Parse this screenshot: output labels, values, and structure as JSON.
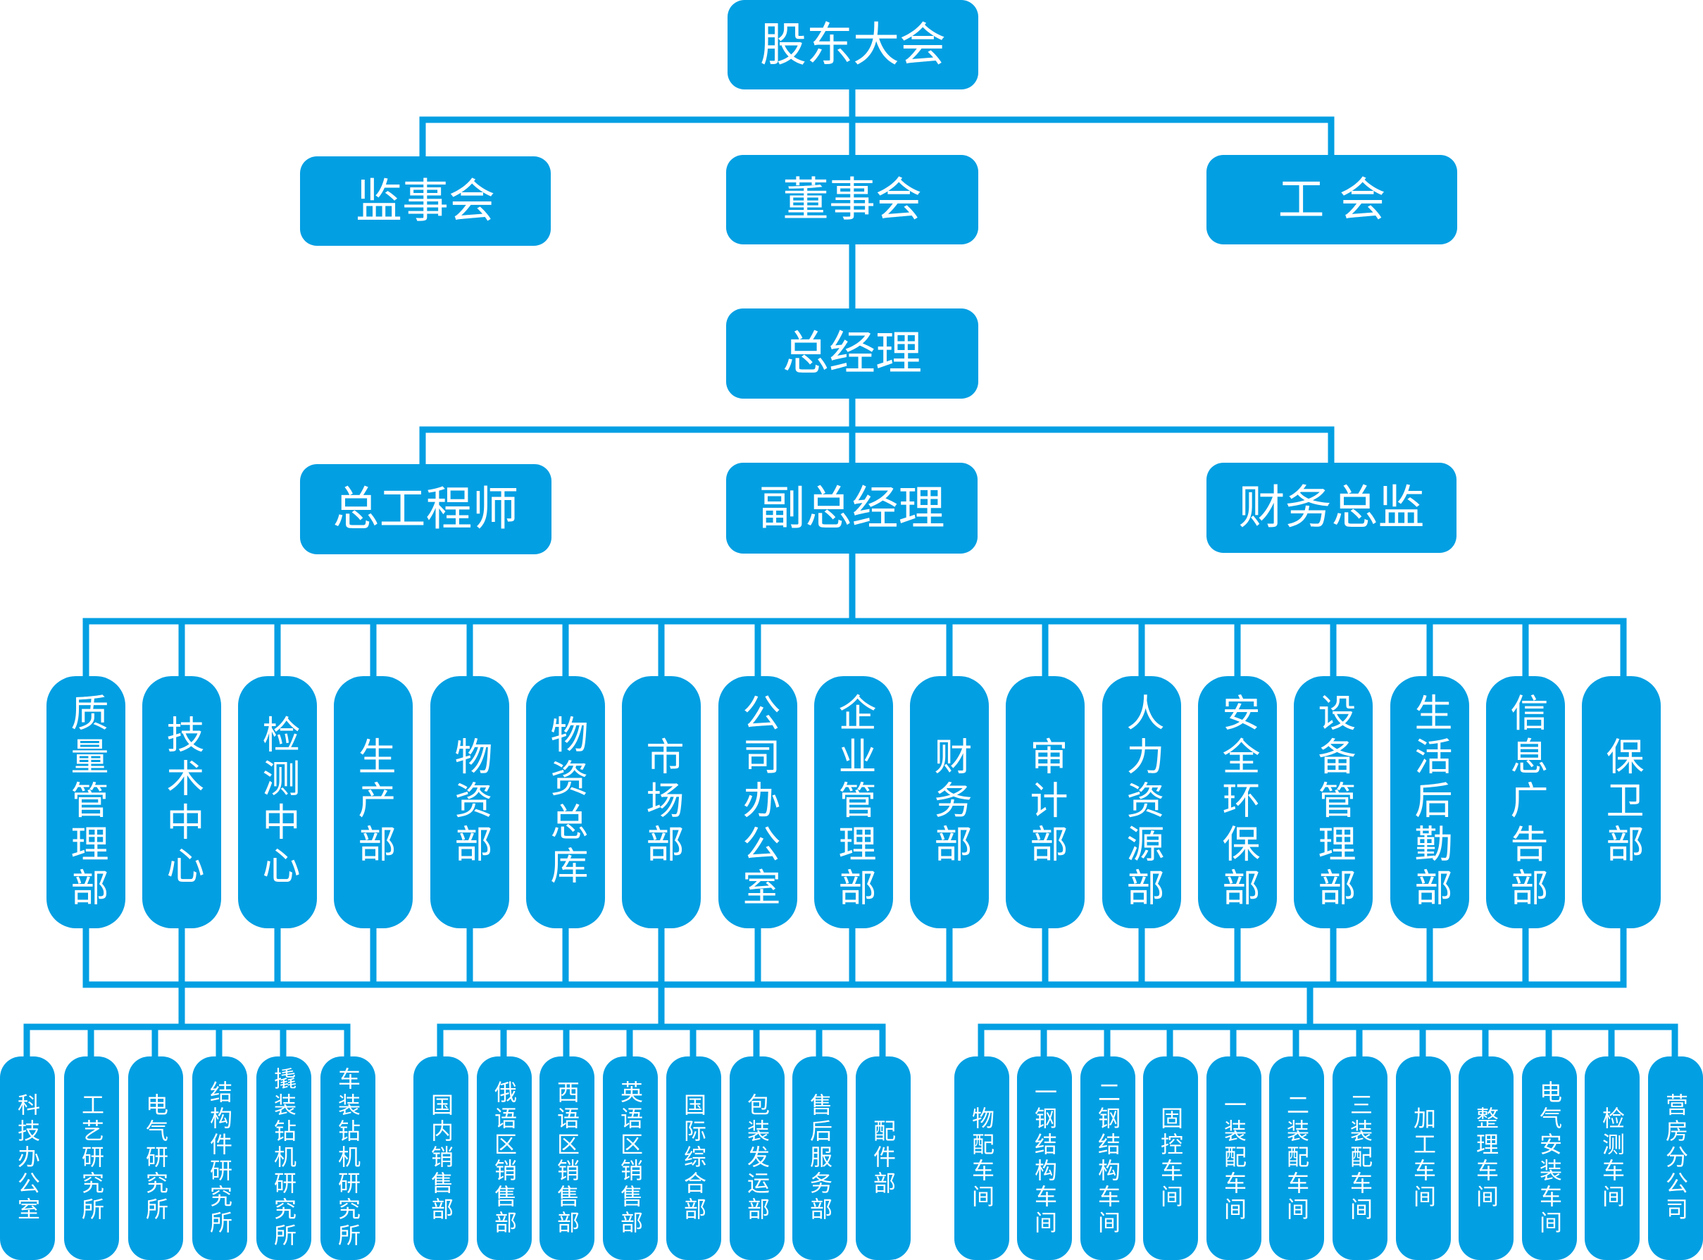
{
  "colors": {
    "box": "#039fe3",
    "line": "#039fe3",
    "text": "#ffffff"
  },
  "top": {
    "shareholders": "股东大会",
    "supervisors": "监事会",
    "board": "董事会",
    "union": "工 会",
    "gm": "总经理",
    "chief_engineer": "总工程师",
    "deputy_gm": "副总经理",
    "cfo": "财务总监"
  },
  "departments": [
    "质量管理部",
    "技术中心",
    "检测中心",
    "生产部",
    "物资部",
    "物资总库",
    "市场部",
    "公司办公室",
    "企业管理部",
    "财务部",
    "审计部",
    "人力资源部",
    "安全环保部",
    "设备管理部",
    "生活后勤部",
    "信息广告部",
    "保卫部"
  ],
  "tech_subunits": [
    "科技办公室",
    "工艺研究所",
    "电气研究所",
    "结构件研究所",
    "撬装钻机研究所",
    "车装钻机研究所"
  ],
  "market_subunits": [
    "国内销售部",
    "俄语区销售部",
    "西语区销售部",
    "英语区销售部",
    "国际综合部",
    "包装发运部",
    "售后服务部",
    "配件部"
  ],
  "production_subunits": [
    "物配车间",
    "一钢结构车间",
    "二钢结构车间",
    "固控车间",
    "一装配车间",
    "二装配车间",
    "三装配车间",
    "加工车间",
    "整理车间",
    "电气安装车间",
    "检测车间",
    "营房分公司"
  ]
}
